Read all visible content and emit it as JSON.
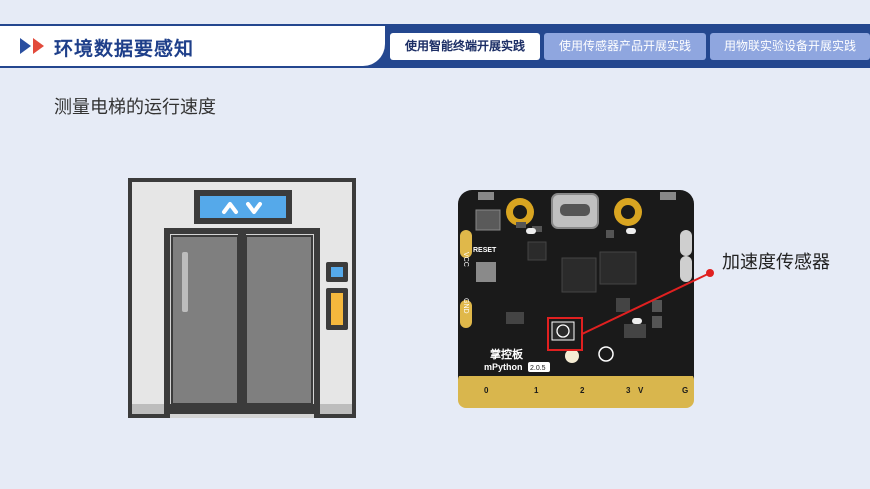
{
  "header": {
    "title": "环境数据要感知",
    "tabs": [
      {
        "label": "使用智能终端开展实践",
        "active": true
      },
      {
        "label": "使用传感器产品开展实践",
        "active": false
      },
      {
        "label": "用物联实验设备开展实践",
        "active": false
      }
    ],
    "colors": {
      "band": "#24478f",
      "arrow_blue": "#2a4fa0",
      "arrow_red": "#e24a3b",
      "tab_inactive": "#8fa6df"
    }
  },
  "main": {
    "subtitle": "测量电梯的运行速度",
    "elevator": {
      "display_icons": [
        "chevron-up-icon",
        "chevron-down-icon"
      ],
      "display_color": "#55a9ea"
    },
    "board": {
      "logo_text": "掌控板",
      "brand": "mPython",
      "version": "2.0.5",
      "labels": {
        "reset": "RESET",
        "vcc": "VCC",
        "gnd": "GND"
      },
      "pins": [
        "0",
        "1",
        "2",
        "3",
        "V",
        "G"
      ]
    },
    "annotation": {
      "label": "加速度传感器",
      "color": "#e02020"
    }
  }
}
